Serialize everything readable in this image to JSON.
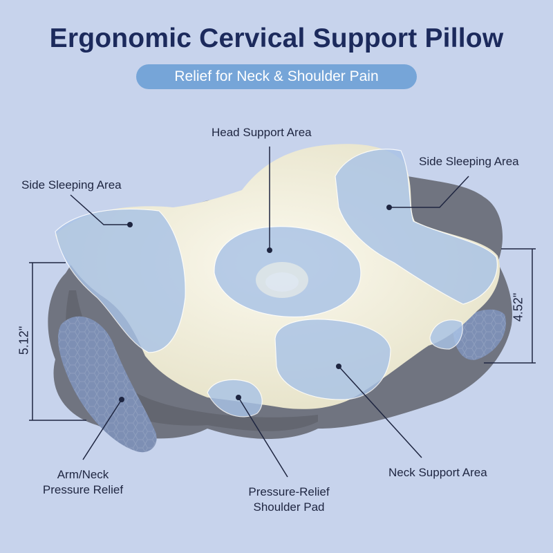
{
  "header": {
    "title": "Ergonomic Cervical Support Pillow",
    "subtitle": "Relief for Neck & Shoulder Pain"
  },
  "callouts": {
    "head_support": "Head Support Area",
    "side_sleeping_left": "Side Sleeping Area",
    "side_sleeping_right": "Side Sleeping Area",
    "arm_neck_line1": "Arm/Neck",
    "arm_neck_line2": "Pressure Relief",
    "shoulder_pad_line1": "Pressure-Relief",
    "shoulder_pad_line2": "Shoulder Pad",
    "neck_support": "Neck Support Area"
  },
  "dimensions": {
    "height_left": "5.12\"",
    "height_right": "4.52\""
  },
  "colors": {
    "background": "#c7d3ec",
    "title": "#1c2a5c",
    "pill": "#76a5d8",
    "pillow_cover": "#6f737b",
    "pillow_foam": "#f2efdc",
    "zone_overlay": "#a9c3e6",
    "callout_line": "#1e2540"
  }
}
